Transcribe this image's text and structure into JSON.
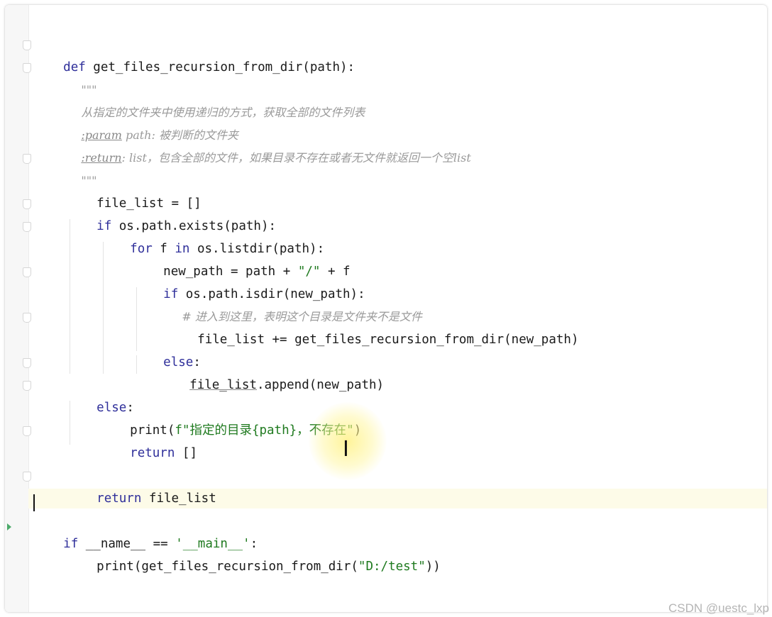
{
  "code": {
    "l1_def": "def",
    "l1_fn": " get_files_recursion_from_dir(path):",
    "l2": "\"\"\"",
    "l3": "从指定的文件夹中使用递归的方式，获取全部的文件列表",
    "l4_tag": ":param",
    "l4_rest": " path: 被判断的文件夹",
    "l5_tag": ":return",
    "l5_rest": ": list，包含全部的文件，如果目录不存在或者无文件就返回一个空list",
    "l6": "\"\"\"",
    "l7": "file_list = []",
    "l8_kw": "if",
    "l8_rest": " os.path.exists(path):",
    "l9_kw1": "for",
    "l9_mid": " f ",
    "l9_kw2": "in",
    "l9_rest": " os.listdir(path):",
    "l10_a": "new_path = path + ",
    "l10_str": "\"/\"",
    "l10_b": " + f",
    "l11_kw": "if",
    "l11_rest": " os.path.isdir(new_path):",
    "l12": "# 进入到这里，表明这个目录是文件夹不是文件",
    "l13": "file_list += get_files_recursion_from_dir(new_path)",
    "l14_kw": "else",
    "l14_rest": ":",
    "l15_u": "file_list",
    "l15_rest": ".append(new_path)",
    "l16_kw": "else",
    "l16_rest": ":",
    "l17_a": "print(",
    "l17_str": "f\"指定的目录{path}，不存在\"",
    "l17_b": ")",
    "l18_kw": "return",
    "l18_rest": " []",
    "l19_kw": "return",
    "l19_rest": " file_list",
    "l20_kw": "if",
    "l20_mid": " __name__ == ",
    "l20_str": "'__main__'",
    "l20_rest": ":",
    "l21_a": "print(get_files_recursion_from_dir(",
    "l21_str": "\"D:/test\"",
    "l21_b": "))"
  },
  "watermark": "CSDN @uestc_lxp"
}
